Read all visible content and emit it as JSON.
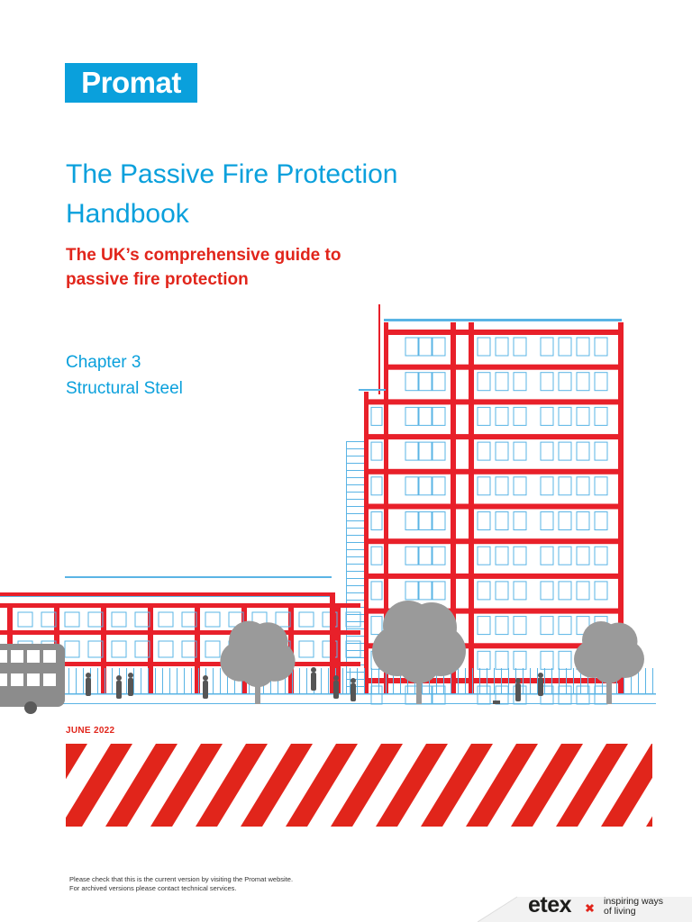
{
  "brand": {
    "logo_text": "Promat",
    "color": "#0aa0dc"
  },
  "cover": {
    "title": "The Passive Fire Protection Handbook",
    "subtitle": "The UK’s comprehensive guide to passive fire protection",
    "chapter_number": "Chapter 3",
    "chapter_title": "Structural Steel",
    "date": "JUNE 2022",
    "accent_color": "#e1251b"
  },
  "footer": {
    "notice_line1": "Please check that this is the current version by visiting the Promat website.",
    "notice_line2": "For archived versions please contact technical services.",
    "etex_logo": "etex",
    "tagline_line1": "inspiring ways",
    "tagline_line2": "of living"
  },
  "illustration": {
    "description_icon": "building-illustration",
    "colors": {
      "steel": "#e8202a",
      "glazing": "#5ab4e5",
      "trees": "#9a9a9a",
      "people": "#555555"
    }
  }
}
